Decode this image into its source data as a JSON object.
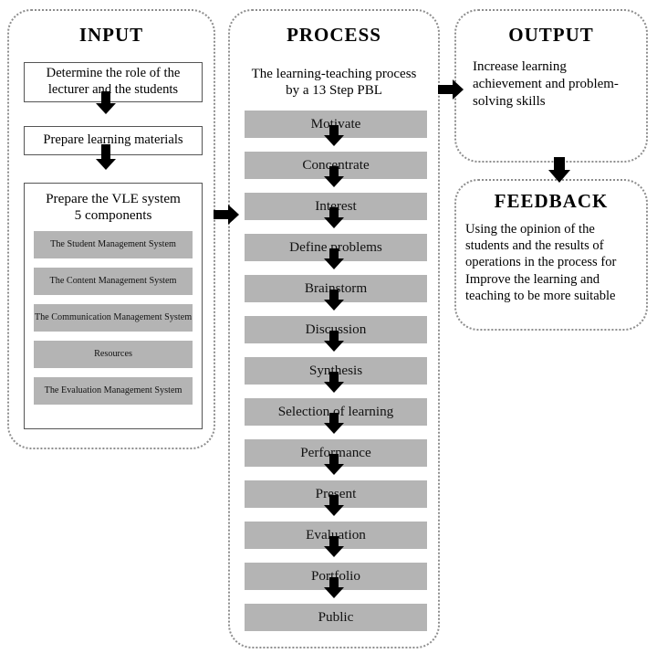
{
  "diagram": {
    "title": "INPUT-PROCESS-OUTPUT-FEEDBACK model of a VLE based 13 Step PBL learning-teaching process",
    "accent_gray": "#b4b4b4",
    "border_gray": "#8d8d8d",
    "box_border": "#555555"
  },
  "input": {
    "title": "INPUT",
    "boxes": [
      {
        "label": "Determine the role of the lecturer and the students"
      },
      {
        "label": "Prepare learning materials"
      }
    ],
    "vle": {
      "heading": "Prepare the VLE system 5 components",
      "heading_line1": "Prepare the VLE system",
      "heading_line2": "5 components",
      "components": [
        "The Student Management System",
        "The Content Management System",
        "The Communication Management System",
        "Resources",
        "The Evaluation Management System"
      ]
    }
  },
  "process": {
    "title": "PROCESS",
    "subtitle": "The learning-teaching process by a 13 Step PBL",
    "subtitle_line1": "The learning-teaching process",
    "subtitle_line2": "by a 13 Step PBL",
    "steps": [
      "Motivate",
      "Concentrate",
      "Interest",
      "Define problems",
      "Brainstorm",
      "Discussion",
      "Synthesis",
      "Selection of learning",
      "Performance",
      "Present",
      "Evaluation",
      "Portfolio",
      "Public"
    ]
  },
  "output": {
    "title": "OUTPUT",
    "body": "Increase learning achievement and problem-solving skills"
  },
  "feedback": {
    "title": "FEEDBACK",
    "body": "Using the opinion of the students and the results of operations in the process for Improve the learning and teaching to be more suitable"
  },
  "connectors": [
    {
      "name": "input-to-process",
      "direction": "right"
    },
    {
      "name": "process-to-output",
      "direction": "right"
    },
    {
      "name": "output-to-feedback",
      "direction": "down"
    }
  ]
}
